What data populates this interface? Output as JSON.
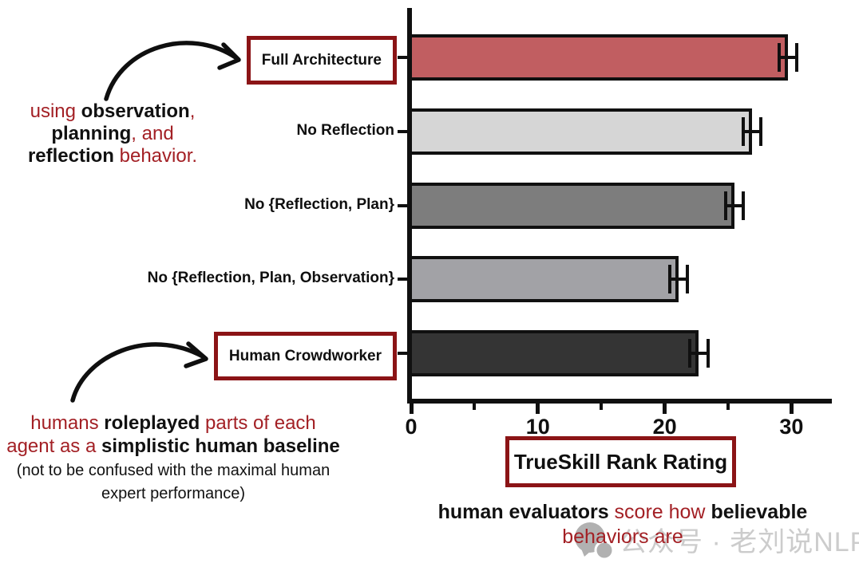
{
  "colors": {
    "annotation_red": "#a32025",
    "box_border_red": "#8b1416",
    "axis_black": "#101010",
    "watermark_gray": "#c7c7c7"
  },
  "chart_data": {
    "type": "bar",
    "orientation": "horizontal",
    "title": "",
    "xlabel": "TrueSkill Rank Rating",
    "ylabel": "",
    "categories": [
      "Full Architecture",
      "No Reflection",
      "No {Reflection, Plan}",
      "No {Reflection, Plan, Observation}",
      "Human Crowdworker"
    ],
    "values": [
      29.7,
      26.9,
      25.5,
      21.1,
      22.7
    ],
    "errors": [
      0.7,
      0.7,
      0.7,
      0.7,
      0.7
    ],
    "bar_colors": [
      "#c15e61",
      "#d6d6d6",
      "#7d7d7d",
      "#a2a2a6",
      "#343434"
    ],
    "boxed": [
      true,
      false,
      false,
      false,
      true
    ],
    "xticks": [
      0,
      10,
      20,
      30
    ],
    "xminorticks": [
      5,
      15,
      25
    ],
    "xlim": [
      0,
      33
    ],
    "grid": false,
    "legend": null
  },
  "annotations": {
    "top_left": {
      "lines": [
        [
          {
            "t": "using ",
            "s": "red"
          },
          {
            "t": "observation",
            "s": "black"
          },
          {
            "t": ",",
            "s": "red"
          }
        ],
        [
          {
            "t": "planning",
            "s": "black"
          },
          {
            "t": ", and",
            "s": "red"
          }
        ],
        [
          {
            "t": "reflection",
            "s": "black"
          },
          {
            "t": " behavior.",
            "s": "red"
          }
        ]
      ]
    },
    "bottom_left": {
      "lines": [
        [
          {
            "t": "humans ",
            "s": "red"
          },
          {
            "t": "roleplayed",
            "s": "black"
          },
          {
            "t": " parts of each",
            "s": "red"
          }
        ],
        [
          {
            "t": "agent as a ",
            "s": "red"
          },
          {
            "t": "simplistic human baseline",
            "s": "black"
          }
        ],
        [
          {
            "t": "(not to be confused with the maximal human",
            "s": "plain",
            "sm": true
          }
        ],
        [
          {
            "t": "expert performance)",
            "s": "plain",
            "sm": true
          }
        ]
      ]
    },
    "caption": {
      "lines": [
        [
          {
            "t": "human evaluators ",
            "s": "black"
          },
          {
            "t": "score how ",
            "s": "red"
          },
          {
            "t": "believable",
            "s": "black"
          }
        ],
        [
          {
            "t": "behaviors are",
            "s": "red"
          }
        ]
      ]
    }
  },
  "watermark": {
    "icon": "chat-bubble-icon",
    "text": "公众号 · 老刘说NLP"
  }
}
